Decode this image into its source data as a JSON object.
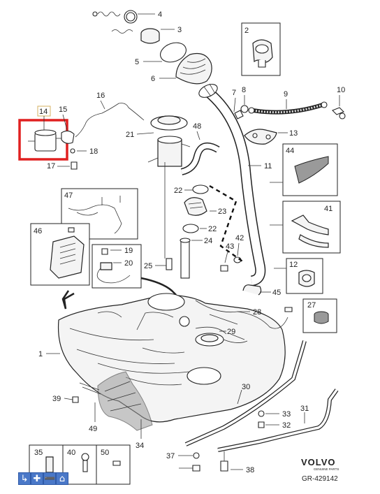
{
  "diagram": {
    "brand": "VOLVO",
    "brand_sub": "GENUINE PARTS",
    "doc_id": "GR-429142",
    "highlight_color": "#e02020",
    "labels": {
      "l1": "1",
      "l2": "2",
      "l3": "3",
      "l4": "4",
      "l5": "5",
      "l6": "6",
      "l7": "7",
      "l8": "8",
      "l9": "9",
      "l10": "10",
      "l11": "11",
      "l12": "12",
      "l13": "13",
      "l14": "14",
      "l15": "15",
      "l16": "16",
      "l17": "17",
      "l18": "18",
      "l19": "19",
      "l20": "20",
      "l21": "21",
      "l22a": "22",
      "l22b": "22",
      "l23": "23",
      "l24": "24",
      "l25": "25",
      "l27": "27",
      "l28": "28",
      "l29": "29",
      "l30": "30",
      "l31": "31",
      "l32": "32",
      "l33": "33",
      "l34": "34",
      "l35": "35",
      "l37": "37",
      "l38": "38",
      "l39": "39",
      "l40": "40",
      "l41": "41",
      "l42": "42",
      "l43": "43",
      "l44": "44",
      "l45": "45",
      "l46": "46",
      "l47": "47",
      "l48": "48",
      "l49": "49",
      "l50": "50"
    }
  },
  "toolbar": {
    "items": [
      {
        "name": "select-tool-button",
        "icon": "cursor-icon",
        "glyph": "↳"
      },
      {
        "name": "zoom-in-button",
        "icon": "plus-icon",
        "glyph": "✚"
      },
      {
        "name": "zoom-out-button",
        "icon": "minus-icon",
        "glyph": "➖"
      },
      {
        "name": "home-button",
        "icon": "home-icon",
        "glyph": "⌂"
      }
    ]
  }
}
